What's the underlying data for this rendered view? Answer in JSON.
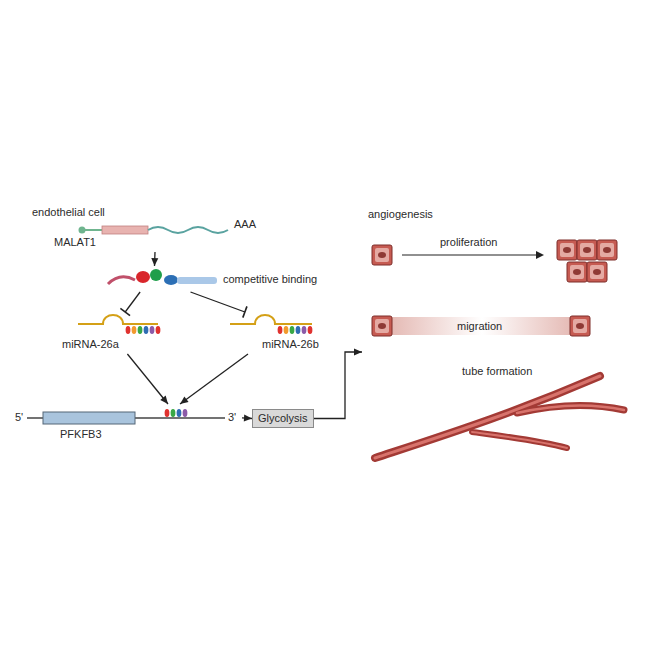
{
  "diagram": {
    "nodes": [
      {
        "text": [
          "endothelial cell"
        ]
      },
      {
        "text": [
          "MALAT1",
          "AAA"
        ],
        "in": 0
      },
      {
        "text": [
          "competitive binding"
        ],
        "in": 0
      },
      {
        "text": [
          "miRNA-26a"
        ],
        "in": 0
      },
      {
        "text": [
          "miRNA-26b"
        ],
        "in": 0
      },
      {
        "text": [
          "5'",
          "PFKFB3",
          "3'"
        ],
        "in": 0
      },
      {
        "text": [
          "Glycolysis"
        ],
        "in": 0
      },
      {
        "text": [
          "angiogenesis"
        ]
      }
    ],
    "edges": [
      {
        "from": 1,
        "to": 2,
        "arrow": "to"
      },
      {
        "from": 2,
        "to": 3,
        "arrow": "to"
      },
      {
        "from": 2,
        "to": 4,
        "arrow": "to"
      },
      {
        "from": 3,
        "to": 5,
        "arrow": "to"
      },
      {
        "from": 4,
        "to": 5,
        "arrow": "to"
      },
      {
        "from": 5,
        "to": 6,
        "arrow": "to"
      },
      {
        "from": 6,
        "to": 7,
        "arrow": "to"
      }
    ],
    "labels": [
      "proliferation",
      "migration",
      "tube formation"
    ]
  }
}
